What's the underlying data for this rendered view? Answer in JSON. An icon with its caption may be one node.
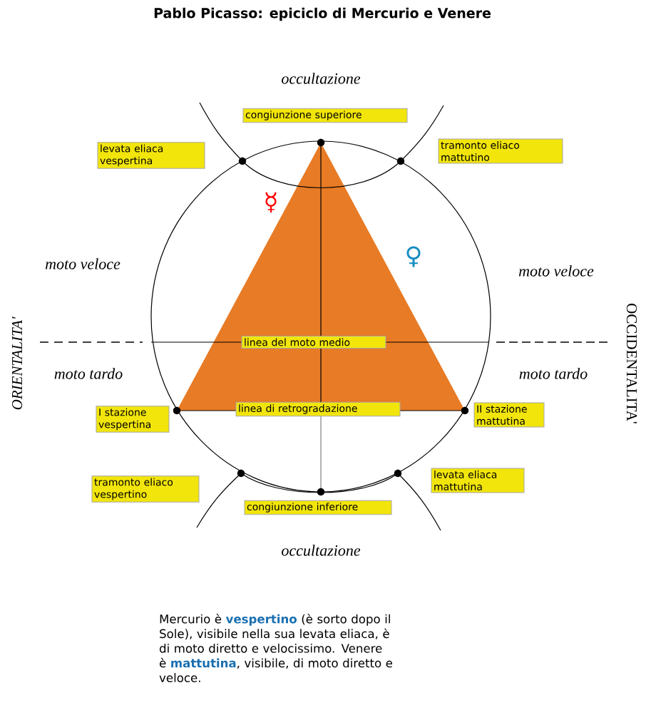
{
  "diagram": {
    "title": "Pablo Picasso: epiciclo di Mercurio e Venere",
    "caption": "Mercurio è **vespertino** (è sorto dopo il Sole), visibile nella sua levata eliaca, è di moto diretto e velocissimo. Venere è **mattutina**, visibile, di moto diretto e veloce.",
    "nodes": [
      {
        "text": [
          "congiunzione superiore"
        ]
      },
      {
        "text": [
          "levata eliaca vespertina"
        ]
      },
      {
        "text": [
          "tramonto eliaco mattutino"
        ]
      },
      {
        "text": [
          "linea del moto medio"
        ]
      },
      {
        "text": [
          "I stazione vespertina"
        ]
      },
      {
        "text": [
          "linea di retrogradazione"
        ]
      },
      {
        "text": [
          "II stazione mattutina"
        ]
      },
      {
        "text": [
          "tramonto eliaco vespertino"
        ]
      },
      {
        "text": [
          "levata eliaca mattutina"
        ]
      },
      {
        "text": [
          "congiunzione inferiore"
        ]
      }
    ],
    "labels": [
      "occultazione",
      "moto veloce",
      "moto veloce",
      "ORIENTALITA'",
      "OCCIDENTALITA'",
      "☿",
      "♀",
      "moto tardo",
      "moto tardo",
      "occultazione"
    ]
  }
}
